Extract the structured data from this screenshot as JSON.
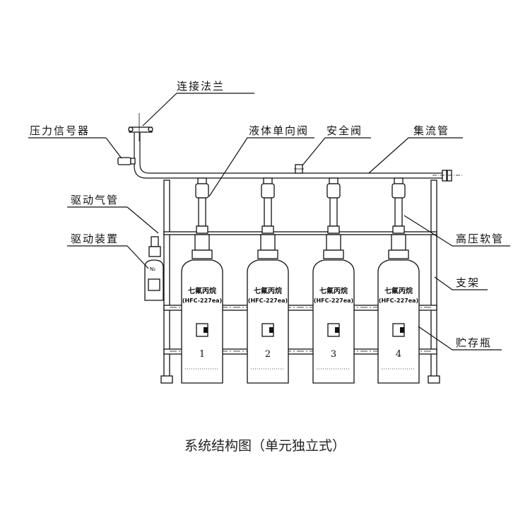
{
  "labels": {
    "flange": "连接法兰",
    "pressure_switch": "压力信号器",
    "check_valve": "液体单向阀",
    "safety_valve": "安全阀",
    "manifold": "集流管",
    "drive_gas_pipe": "驱动气管",
    "drive_device": "驱动装置",
    "high_pressure_hose": "高压软管",
    "bracket": "支架",
    "storage_cylinder": "贮存瓶"
  },
  "drive_device_marking": "N₂",
  "cylinders": [
    {
      "name": "七氟丙烷",
      "code": "(HFC-227ea)",
      "number": "1"
    },
    {
      "name": "七氟丙烷",
      "code": "(HFC-227ea)",
      "number": "2"
    },
    {
      "name": "七氟丙烷",
      "code": "(HFC-227ea)",
      "number": "3"
    },
    {
      "name": "七氟丙烷",
      "code": "(HFC-227ea)",
      "number": "4"
    }
  ],
  "caption": "系统结构图（单元独立式）"
}
